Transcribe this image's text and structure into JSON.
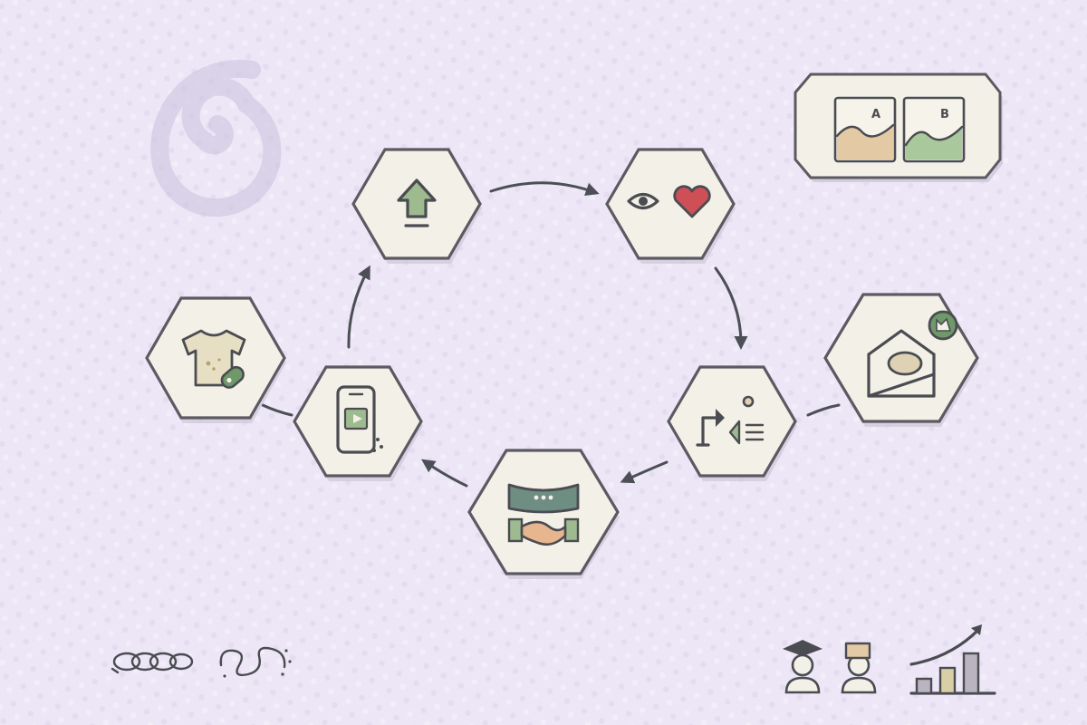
{
  "panel": {
    "label_a": "A",
    "label_b": "B"
  },
  "colors": {
    "background": "#ece6f6",
    "tile_fill": "#f3f1e7",
    "outline": "#5b5a62",
    "accent_green": "#9dbb8f",
    "accent_red": "#cf4f57",
    "accent_beige": "#dfd2b4"
  },
  "nodes": [
    {
      "id": "upload",
      "icon": "upload-arrow-icon"
    },
    {
      "id": "view-like",
      "icon": "eye-heart-icon"
    },
    {
      "id": "feedback",
      "icon": "feedback-list-icon"
    },
    {
      "id": "agreement",
      "icon": "handshake-icon"
    },
    {
      "id": "mobile-video",
      "icon": "phone-video-icon"
    },
    {
      "id": "product",
      "icon": "tshirt-tag-icon"
    },
    {
      "id": "email",
      "icon": "envelope-badge-icon"
    }
  ],
  "corner_icons": [
    "chain-links-icon",
    "tangled-line-icon",
    "graduate-users-icon",
    "growth-chart-icon",
    "swirl-watermark-icon"
  ]
}
